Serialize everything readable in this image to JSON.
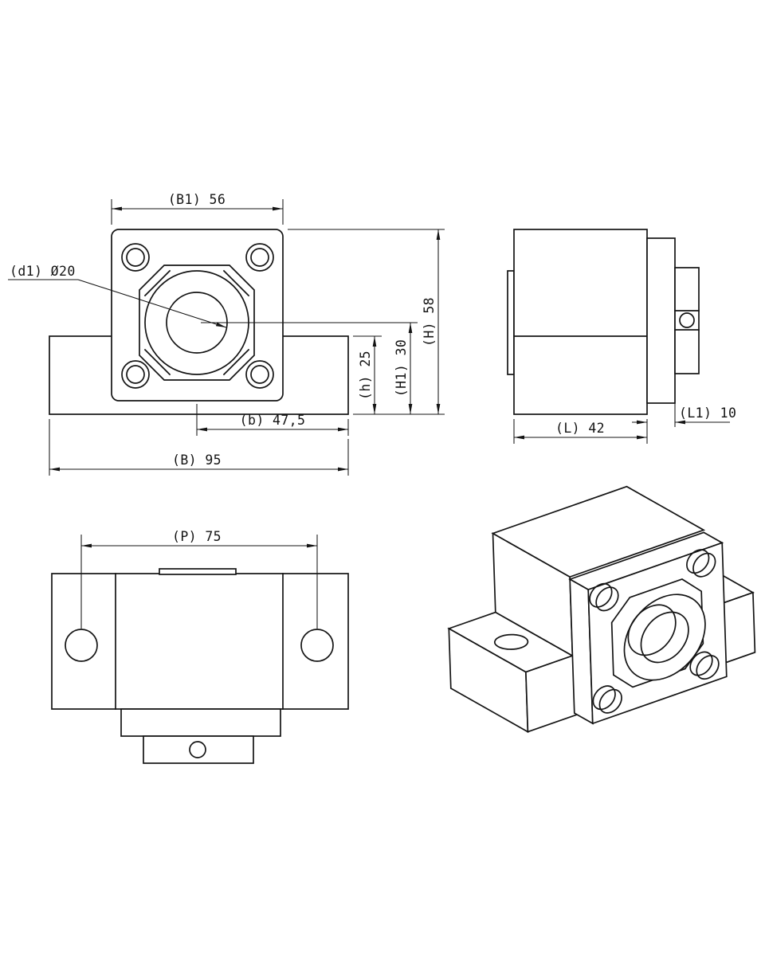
{
  "colors": {
    "line": "#141414",
    "background": "#ffffff"
  },
  "views": {
    "front": {
      "dims": {
        "B1": "(B1) 56",
        "d1": "(d1) Ø20",
        "H": "(H) 58",
        "h": "(h) 25",
        "H1": "(H1) 30",
        "b": "(b) 47,5",
        "B": "(B) 95"
      }
    },
    "side": {
      "dims": {
        "L": "(L) 42",
        "L1": "(L1) 10"
      }
    },
    "bottom": {
      "dims": {
        "P": "(P) 75"
      }
    },
    "isometric": {
      "dims": {}
    }
  }
}
